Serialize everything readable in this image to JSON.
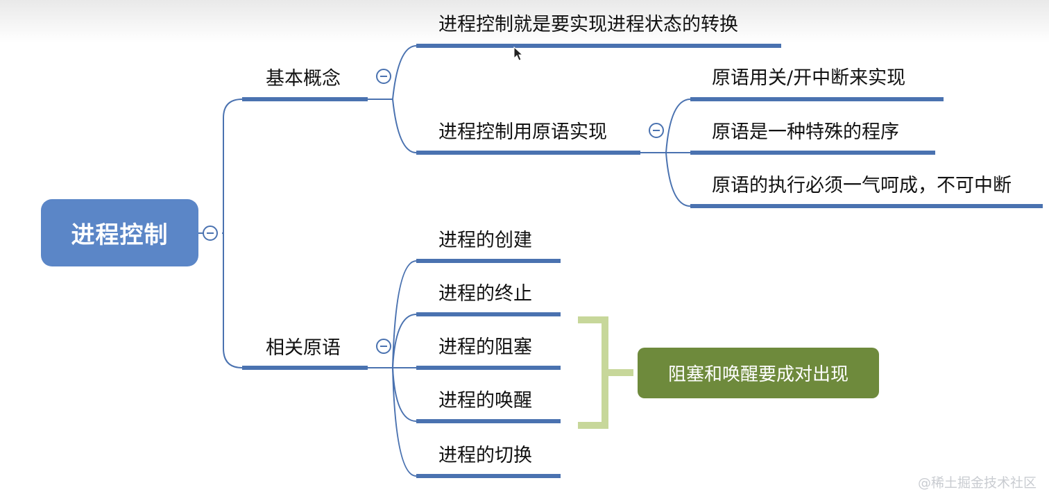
{
  "root": {
    "label": "进程控制"
  },
  "branches": [
    {
      "label": "基本概念",
      "children": [
        {
          "label": "进程控制就是要实现进程状态的转换"
        },
        {
          "label": "进程控制用原语实现",
          "children": [
            {
              "label": "原语用关/开中断来实现"
            },
            {
              "label": "原语是一种特殊的程序"
            },
            {
              "label": "原语的执行必须一气呵成，不可中断"
            }
          ]
        }
      ]
    },
    {
      "label": "相关原语",
      "children": [
        {
          "label": "进程的创建"
        },
        {
          "label": "进程的终止"
        },
        {
          "label": "进程的阻塞"
        },
        {
          "label": "进程的唤醒"
        },
        {
          "label": "进程的切换"
        }
      ]
    }
  ],
  "summary_note": {
    "label": "阻塞和唤醒要成对出现"
  },
  "watermark": "@稀土掘金技术社区",
  "colors": {
    "line": "#4a72b0",
    "root": "#5b86c7",
    "bracket": "#c7d79a",
    "note": "#6e8a3c"
  },
  "icons": {
    "toggle": "collapse-minus-icon",
    "cursor": "mouse-pointer-icon"
  }
}
